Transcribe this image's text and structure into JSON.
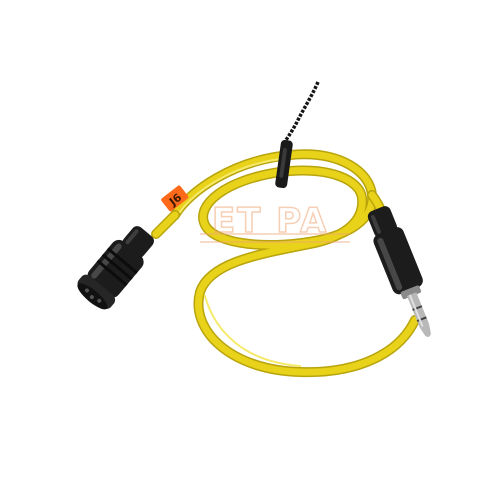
{
  "photo": {
    "subject": "yellow-microphone-cable",
    "watermark_text": "ET PA",
    "watermark_color": "#f0a878",
    "sticker_text": "J6",
    "sticker_color": "#ff6a1a",
    "cable_color": "#e8d21a",
    "cable_shadow_color": "#b8a40c",
    "connector_color": "#1c1c1c",
    "metal_color": "#b8b8b8"
  }
}
